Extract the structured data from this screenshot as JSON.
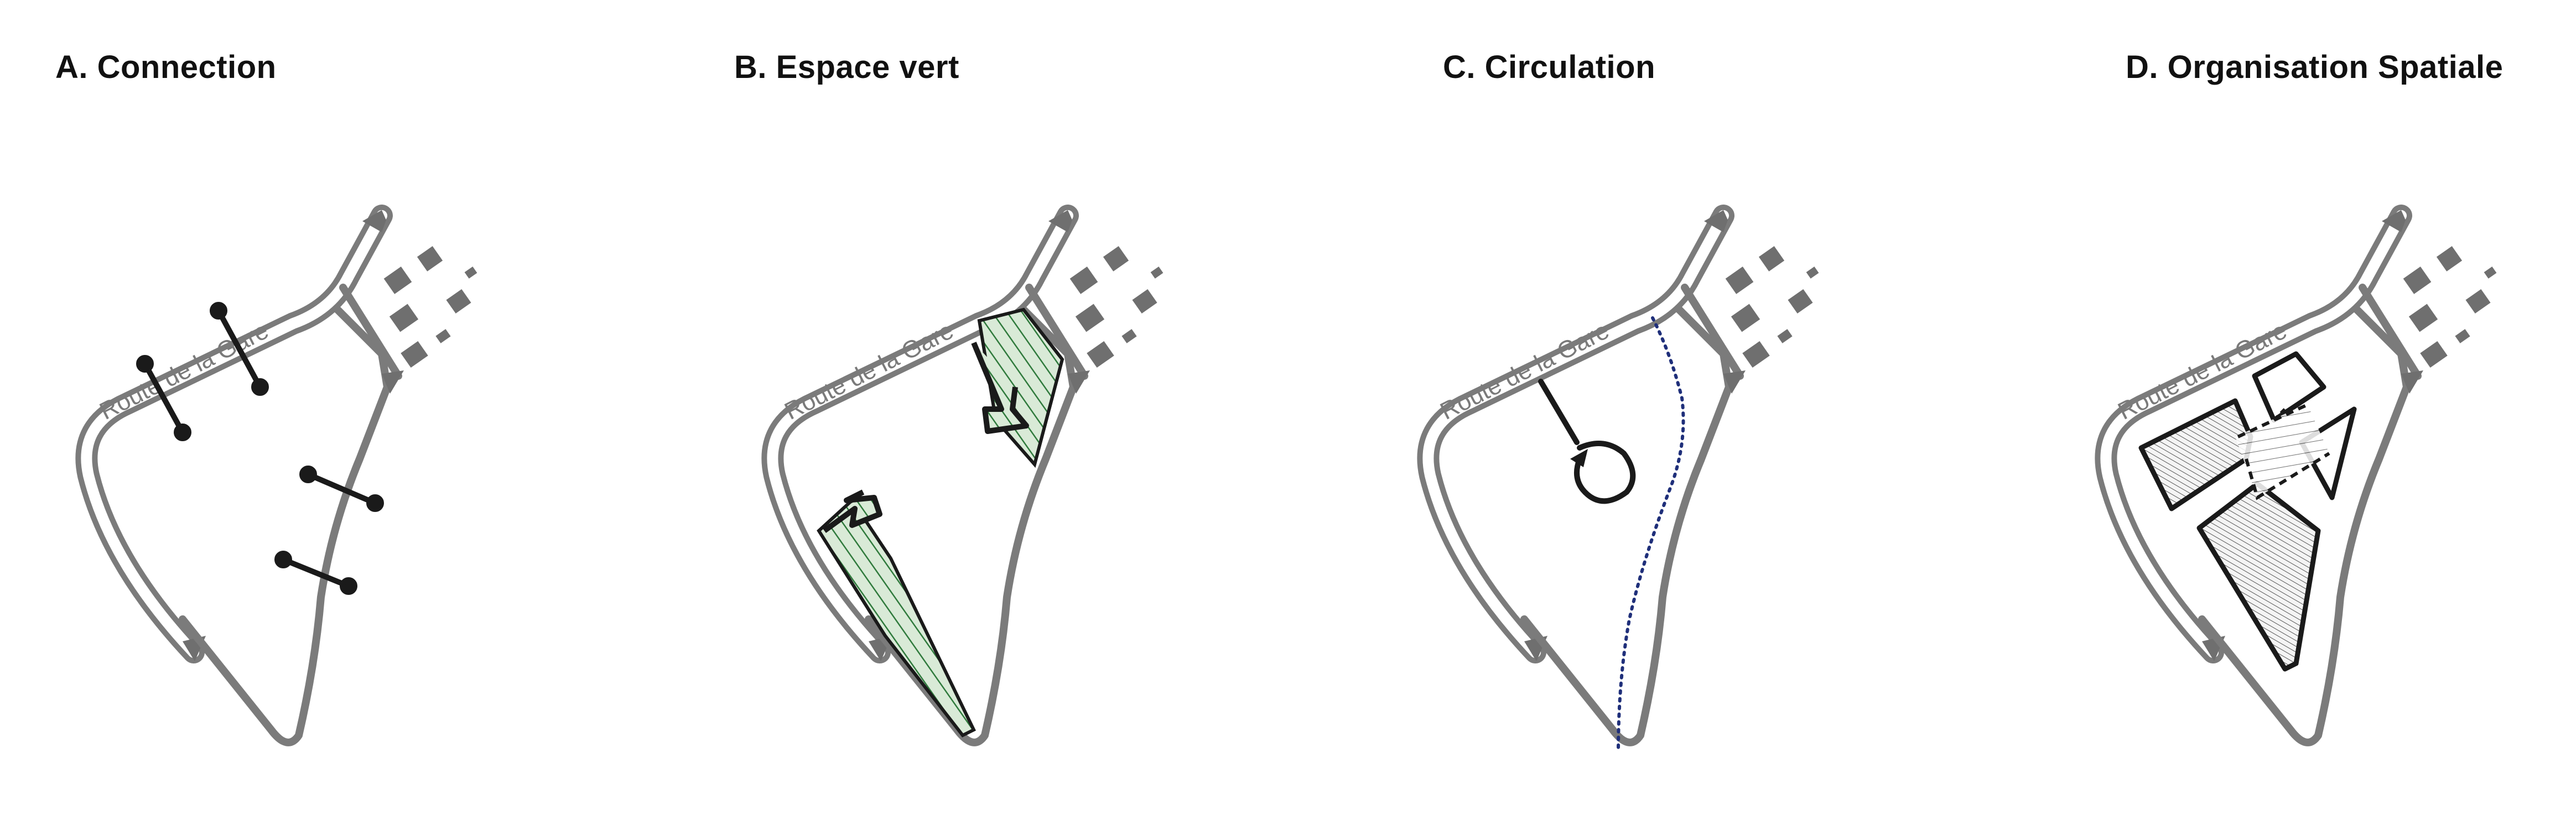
{
  "panels": [
    {
      "id": "A",
      "title": "A. Connection",
      "road_label": "Route de la Gare"
    },
    {
      "id": "B",
      "title": "B. Espace vert",
      "road_label": "Route de la Gare"
    },
    {
      "id": "C",
      "title": "C. Circulation",
      "road_label": "Route de la Gare"
    },
    {
      "id": "D",
      "title": "D. Organisation Spatiale",
      "road_label": "Route de la Gare"
    }
  ],
  "colors": {
    "road": "#7b7b7b",
    "building": "#6f6f6f",
    "ink": "#1a1a1a",
    "green_hatch": "#2f7a3c",
    "green_fill": "#d9ead7",
    "circulation_dots": "#1f2f7a",
    "hatch_gray": "#555555"
  }
}
